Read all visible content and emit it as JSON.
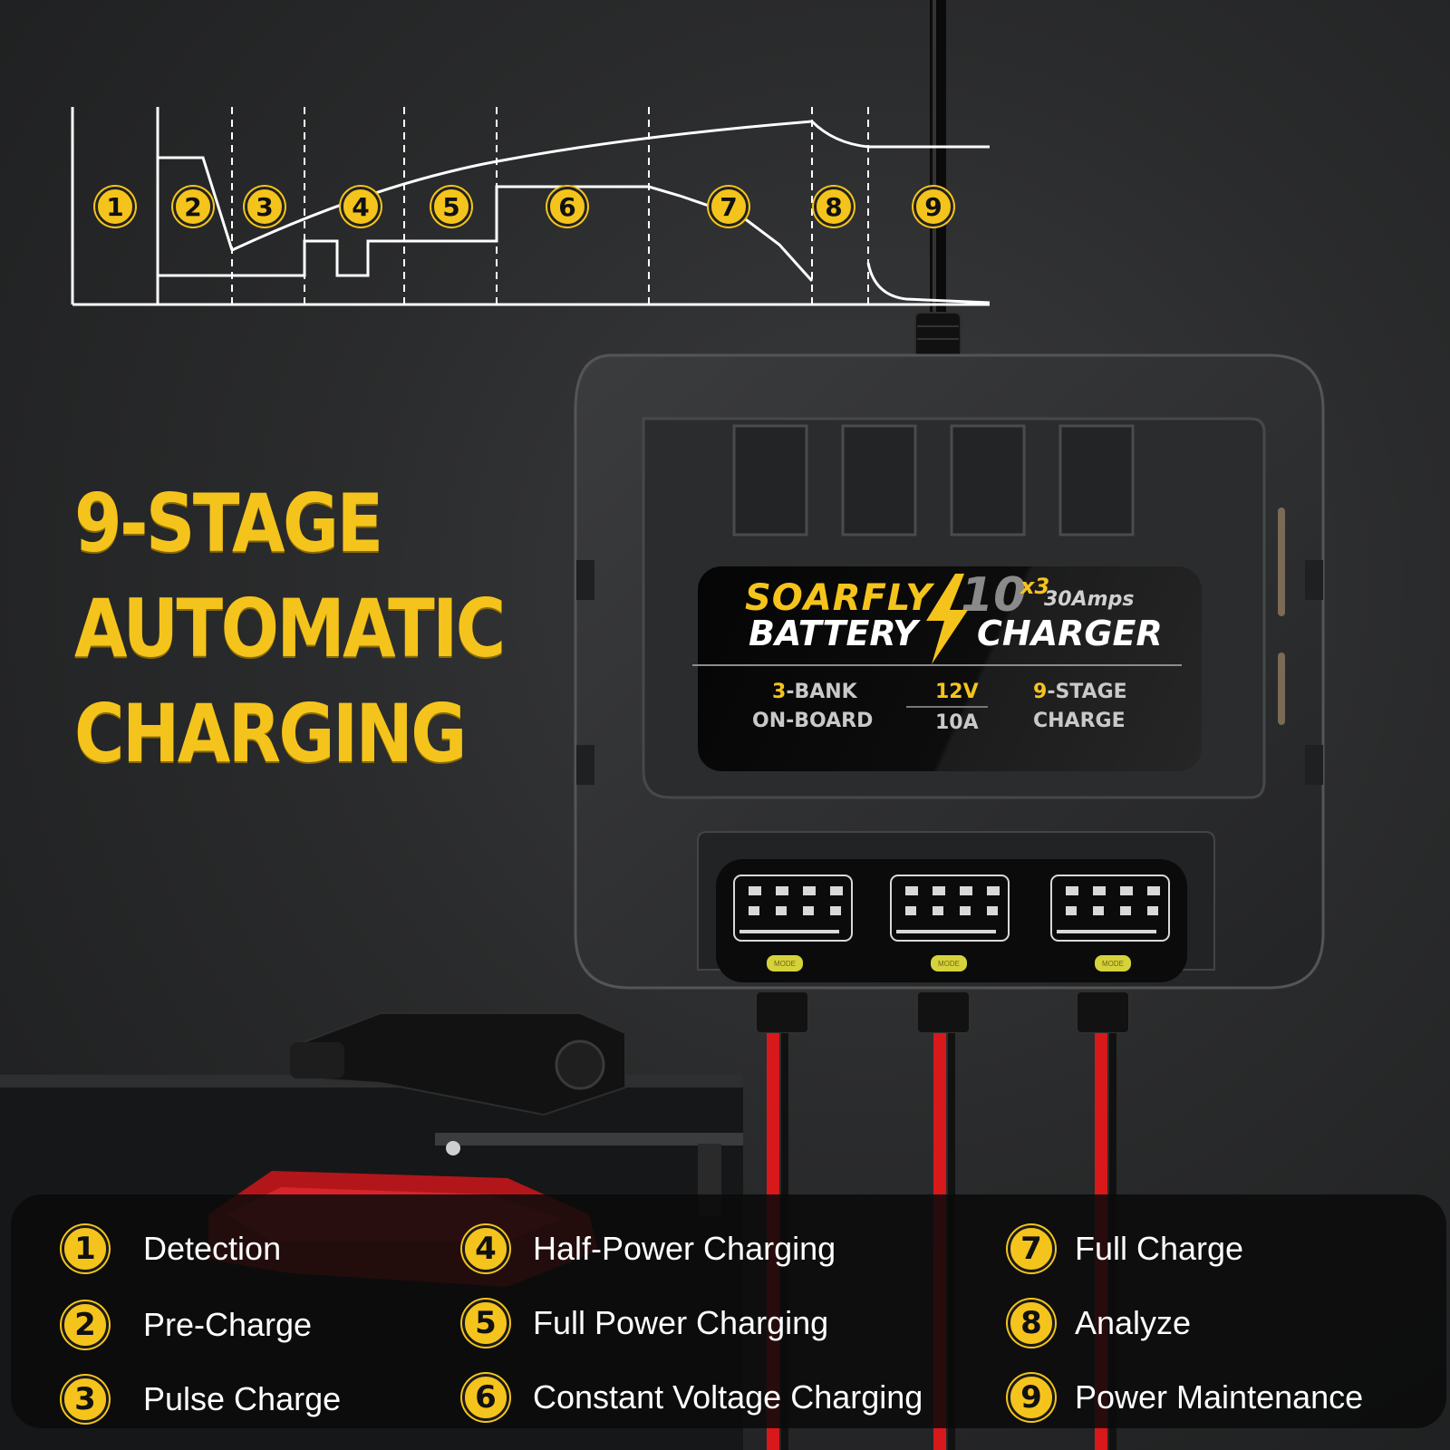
{
  "headline": {
    "line1": "9-STAGE",
    "line2": "AUTOMATIC",
    "line3": "CHARGING"
  },
  "stage_numbers": [
    "1",
    "2",
    "3",
    "4",
    "5",
    "6",
    "7",
    "8",
    "9"
  ],
  "legend": [
    {
      "num": "1",
      "label": "Detection"
    },
    {
      "num": "2",
      "label": "Pre-Charge"
    },
    {
      "num": "3",
      "label": "Pulse Charge"
    },
    {
      "num": "4",
      "label": "Half-Power Charging"
    },
    {
      "num": "5",
      "label": "Full Power Charging"
    },
    {
      "num": "6",
      "label": "Constant Voltage Charging"
    },
    {
      "num": "7",
      "label": "Full Charge"
    },
    {
      "num": "8",
      "label": "Analyze"
    },
    {
      "num": "9",
      "label": "Power Maintenance"
    }
  ],
  "device": {
    "brand": "SOARFLY",
    "model_number": "10",
    "multiplier": "x3",
    "amps": "30Amps",
    "word1": "BATTERY",
    "word2": "CHARGER",
    "spec1_num": "3",
    "spec1_a": "-BANK",
    "spec1_b": "ON-BOARD",
    "spec2_a": "12V",
    "spec2_b": "10A",
    "spec3_num": "9",
    "spec3_a": "-STAGE",
    "spec3_b": "CHARGE",
    "mode_label": "MODE",
    "mode_labels": [
      "MODE",
      "MODE",
      "MODE"
    ]
  },
  "colors": {
    "accent": "#f5c41c",
    "background": "#2a2b2c",
    "cable_red": "#d8191c"
  }
}
